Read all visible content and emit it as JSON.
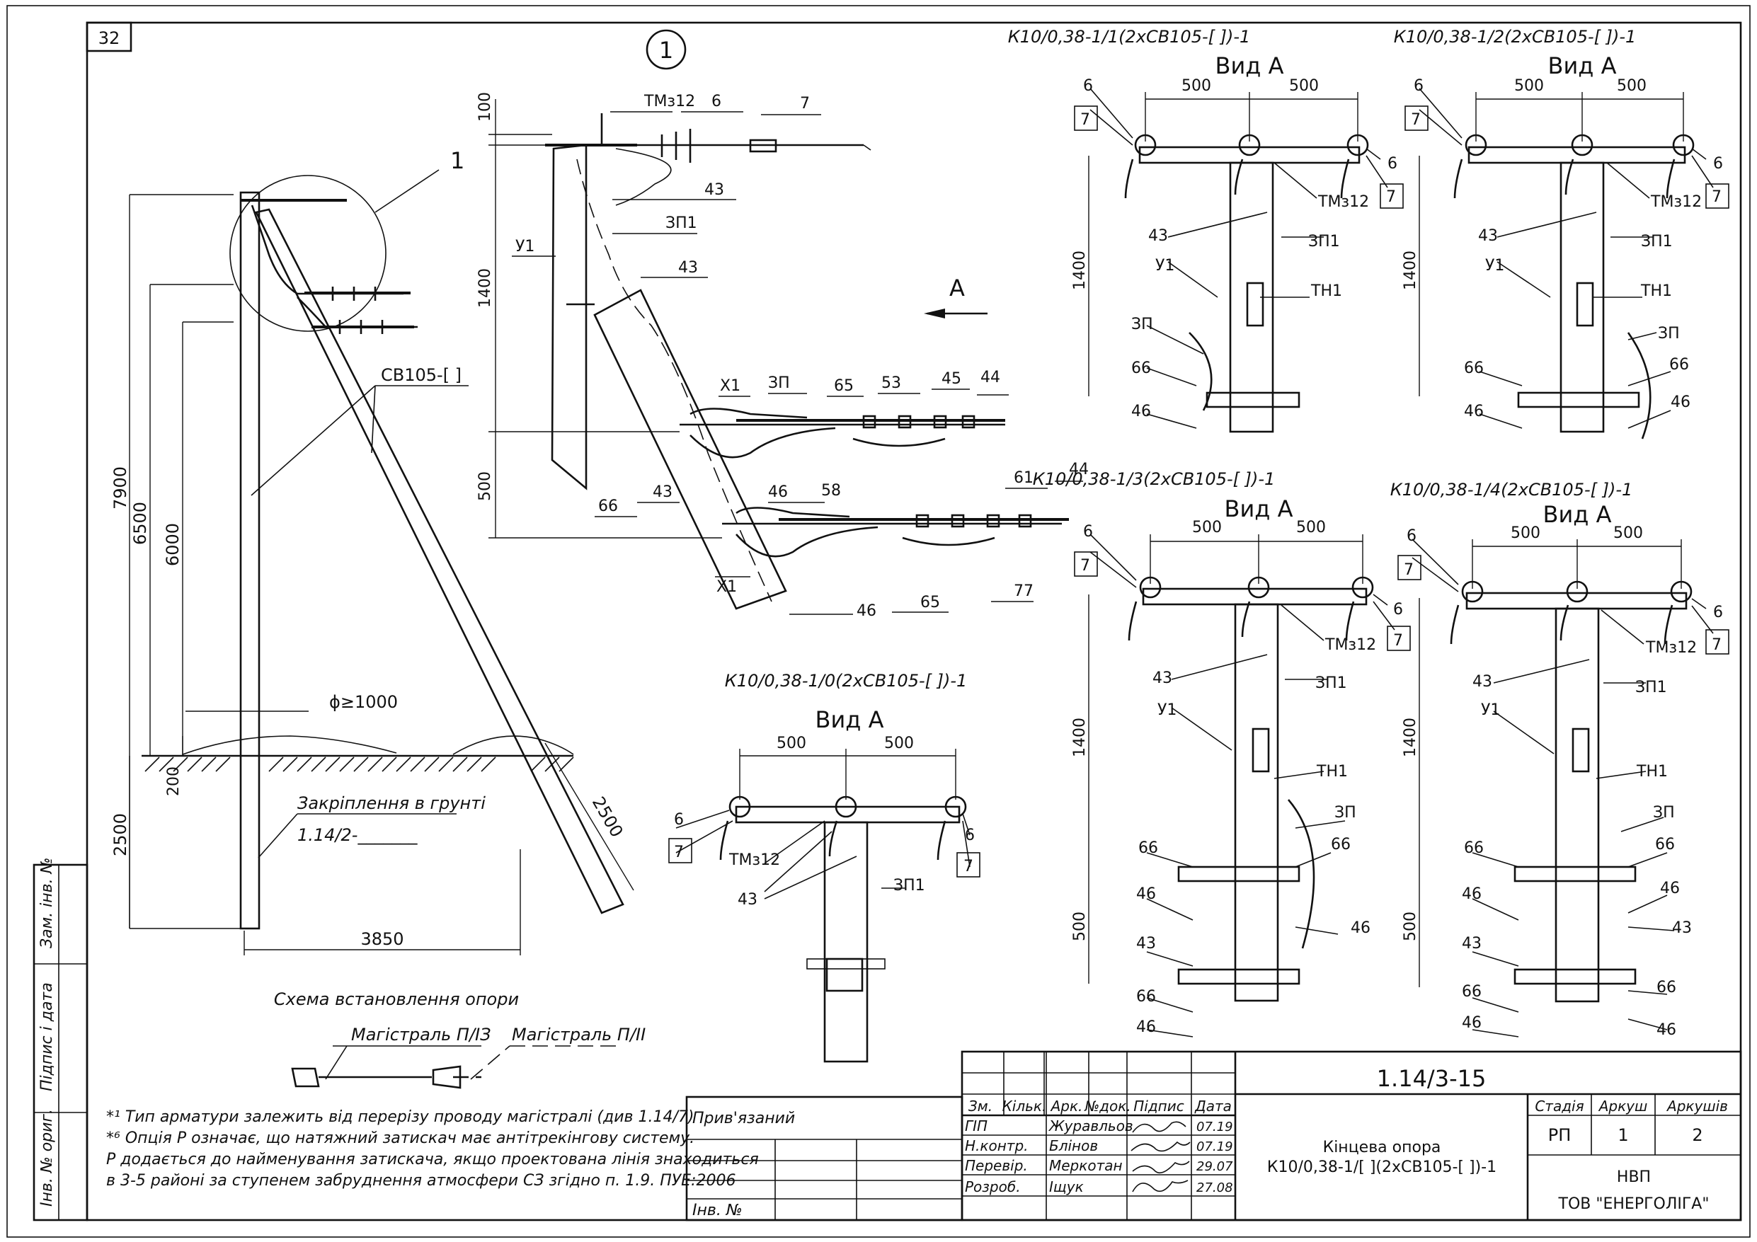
{
  "sheet": {
    "page_number": "32",
    "callout_circle": "1",
    "callout_leader": "1"
  },
  "side_stamp": {
    "inv_orig": "Інв. № ориг.",
    "sign_date": "Підпис і дата",
    "zam_inv": "Зам. інв. №"
  },
  "main_view": {
    "dims": {
      "d7900": "7900",
      "d6500": "6500",
      "d6000": "6000",
      "d200": "200",
      "d2500": "2500",
      "d3850": "3850",
      "d2500b": "2500",
      "d_phi": "ϕ≥1000"
    },
    "cable_label": "СВ105-[    ]",
    "ground_label": "Закріплення в грунті",
    "ground_ref": "1.14/2-_______"
  },
  "detail_1": {
    "number": "1",
    "arrow_label": "А",
    "dims": {
      "d100": "100",
      "d1400": "1400",
      "d500": "500"
    },
    "labels": {
      "tm312": "ТМз12",
      "n6": "6",
      "n7": "7",
      "n43a": "43",
      "zp1": "ЗП1",
      "n43b": "43",
      "u1": "У1",
      "x1a": "Х1",
      "zp": "ЗП",
      "n65a": "65",
      "n53": "53",
      "n45": "45",
      "n44a": "44",
      "n61": "61",
      "n44b": "44",
      "n66": "66",
      "n43c": "43",
      "n46a": "46",
      "n58": "58",
      "x1b": "Х1",
      "n46b": "46",
      "n65b": "65",
      "n77": "77"
    }
  },
  "views": [
    {
      "code": "К10/0,38-1/1(2хСВ105-[  ])-1",
      "title": "Вид А",
      "d500a": "500",
      "d500b": "500",
      "d1400": "1400",
      "labels": {
        "n6a": "6",
        "n7a": "7",
        "n6b": "6",
        "n7b": "7",
        "tm": "ТМз12",
        "n43": "43",
        "zp1": "ЗП1",
        "u1": "У1",
        "th1": "ТН1",
        "zp": "ЗП",
        "n66": "66",
        "n46": "46"
      }
    },
    {
      "code": "К10/0,38-1/2(2хСВ105-[  ])-1",
      "title": "Вид А",
      "d500a": "500",
      "d500b": "500",
      "d1400": "1400",
      "labels": {
        "n6a": "6",
        "n7a": "7",
        "n6b": "6",
        "n7b": "7",
        "tm": "ТМз12",
        "n43": "43",
        "zp1": "ЗП1",
        "u1": "У1",
        "th1": "ТН1",
        "zp": "ЗП",
        "n66a": "66",
        "n66b": "66",
        "n46a": "46",
        "n46b": "46"
      }
    },
    {
      "code": "К10/0,38-1/3(2хСВ105-[  ])-1",
      "title": "Вид А",
      "d500a": "500",
      "d500b": "500",
      "d1400": "1400",
      "d500v": "500",
      "labels": {
        "n6a": "6",
        "n7a": "7",
        "n6b": "6",
        "n7b": "7",
        "tm": "ТМз12",
        "n43": "43",
        "zp1": "ЗП1",
        "u1": "У1",
        "th1": "ТН1",
        "zp": "ЗП",
        "n66a": "66",
        "n66b": "66",
        "n46a": "46",
        "n46b": "46",
        "n43b": "43",
        "n66c": "66",
        "n46c": "46"
      }
    },
    {
      "code": "К10/0,38-1/4(2хСВ105-[  ])-1",
      "title": "Вид А",
      "d500a": "500",
      "d500b": "500",
      "d1400": "1400",
      "d500v": "500",
      "labels": {
        "n6a": "6",
        "n7a": "7",
        "n6b": "6",
        "n7b": "7",
        "tm": "ТМз12",
        "n43": "43",
        "zp1": "ЗП1",
        "u1": "У1",
        "th1": "ТН1",
        "zp": "ЗП",
        "n66a": "66",
        "n66b": "66",
        "n46a": "46",
        "n46b": "46",
        "n43b": "43",
        "n43c": "43",
        "n66c": "66",
        "n66d": "66",
        "n46c": "46",
        "n46d": "46"
      }
    },
    {
      "code": "К10/0,38-1/0(2хСВ105-[  ])-1",
      "title": "Вид А",
      "d500a": "500",
      "d500b": "500",
      "labels": {
        "n6a": "6",
        "n7a": "7",
        "n6b": "6",
        "n7b": "7",
        "tm": "ТМз12",
        "n43": "43",
        "zp1": "ЗП1"
      }
    }
  ],
  "scheme": {
    "title": "Схема встановлення опори",
    "left": "Магістраль П/ІЗ",
    "right": "Магістраль П/ІІ"
  },
  "notes": [
    "*¹ Тип арматури залежить від перерізу проводу магістралі (див 1.14/7)",
    "*⁶ Опція Р означає, що натяжний затискач має антітрекінгову систему.",
    "Р додається до найменування затискача, якщо проектована лінія знаходиться",
    "в 3-5 районі за ступенем забруднення атмосфери СЗ згідно п. 1.9. ПУЕ:2006"
  ],
  "titleblock": {
    "privyazaniy": "Прив'язаний",
    "inv_no": "Інв. №",
    "code": "1.14/3-15",
    "headers": [
      "Зм.",
      "Кільк.",
      "Арк.",
      "№док.",
      "Підпис",
      "Дата"
    ],
    "rows": [
      {
        "role": "ГІП",
        "name": "Журавльов",
        "date": "07.19"
      },
      {
        "role": "Н.контр.",
        "name": "Блінов",
        "date": "07.19"
      },
      {
        "role": "Перевір.",
        "name": "Меркотан",
        "date": "29.07"
      },
      {
        "role": "Розроб.",
        "name": "Іщук",
        "date": "27.08"
      }
    ],
    "title_line1": "Кінцева опора",
    "title_line2": "К10/0,38-1/[  ](2хСВ105-[  ])-1",
    "stage_h": "Стадія",
    "sheet_h": "Аркуш",
    "sheets_h": "Аркушів",
    "stage": "РП",
    "sheet": "1",
    "sheets": "2",
    "org1": "НВП",
    "org2": "ТОВ \"ЕНЕРГОЛІГА\""
  }
}
